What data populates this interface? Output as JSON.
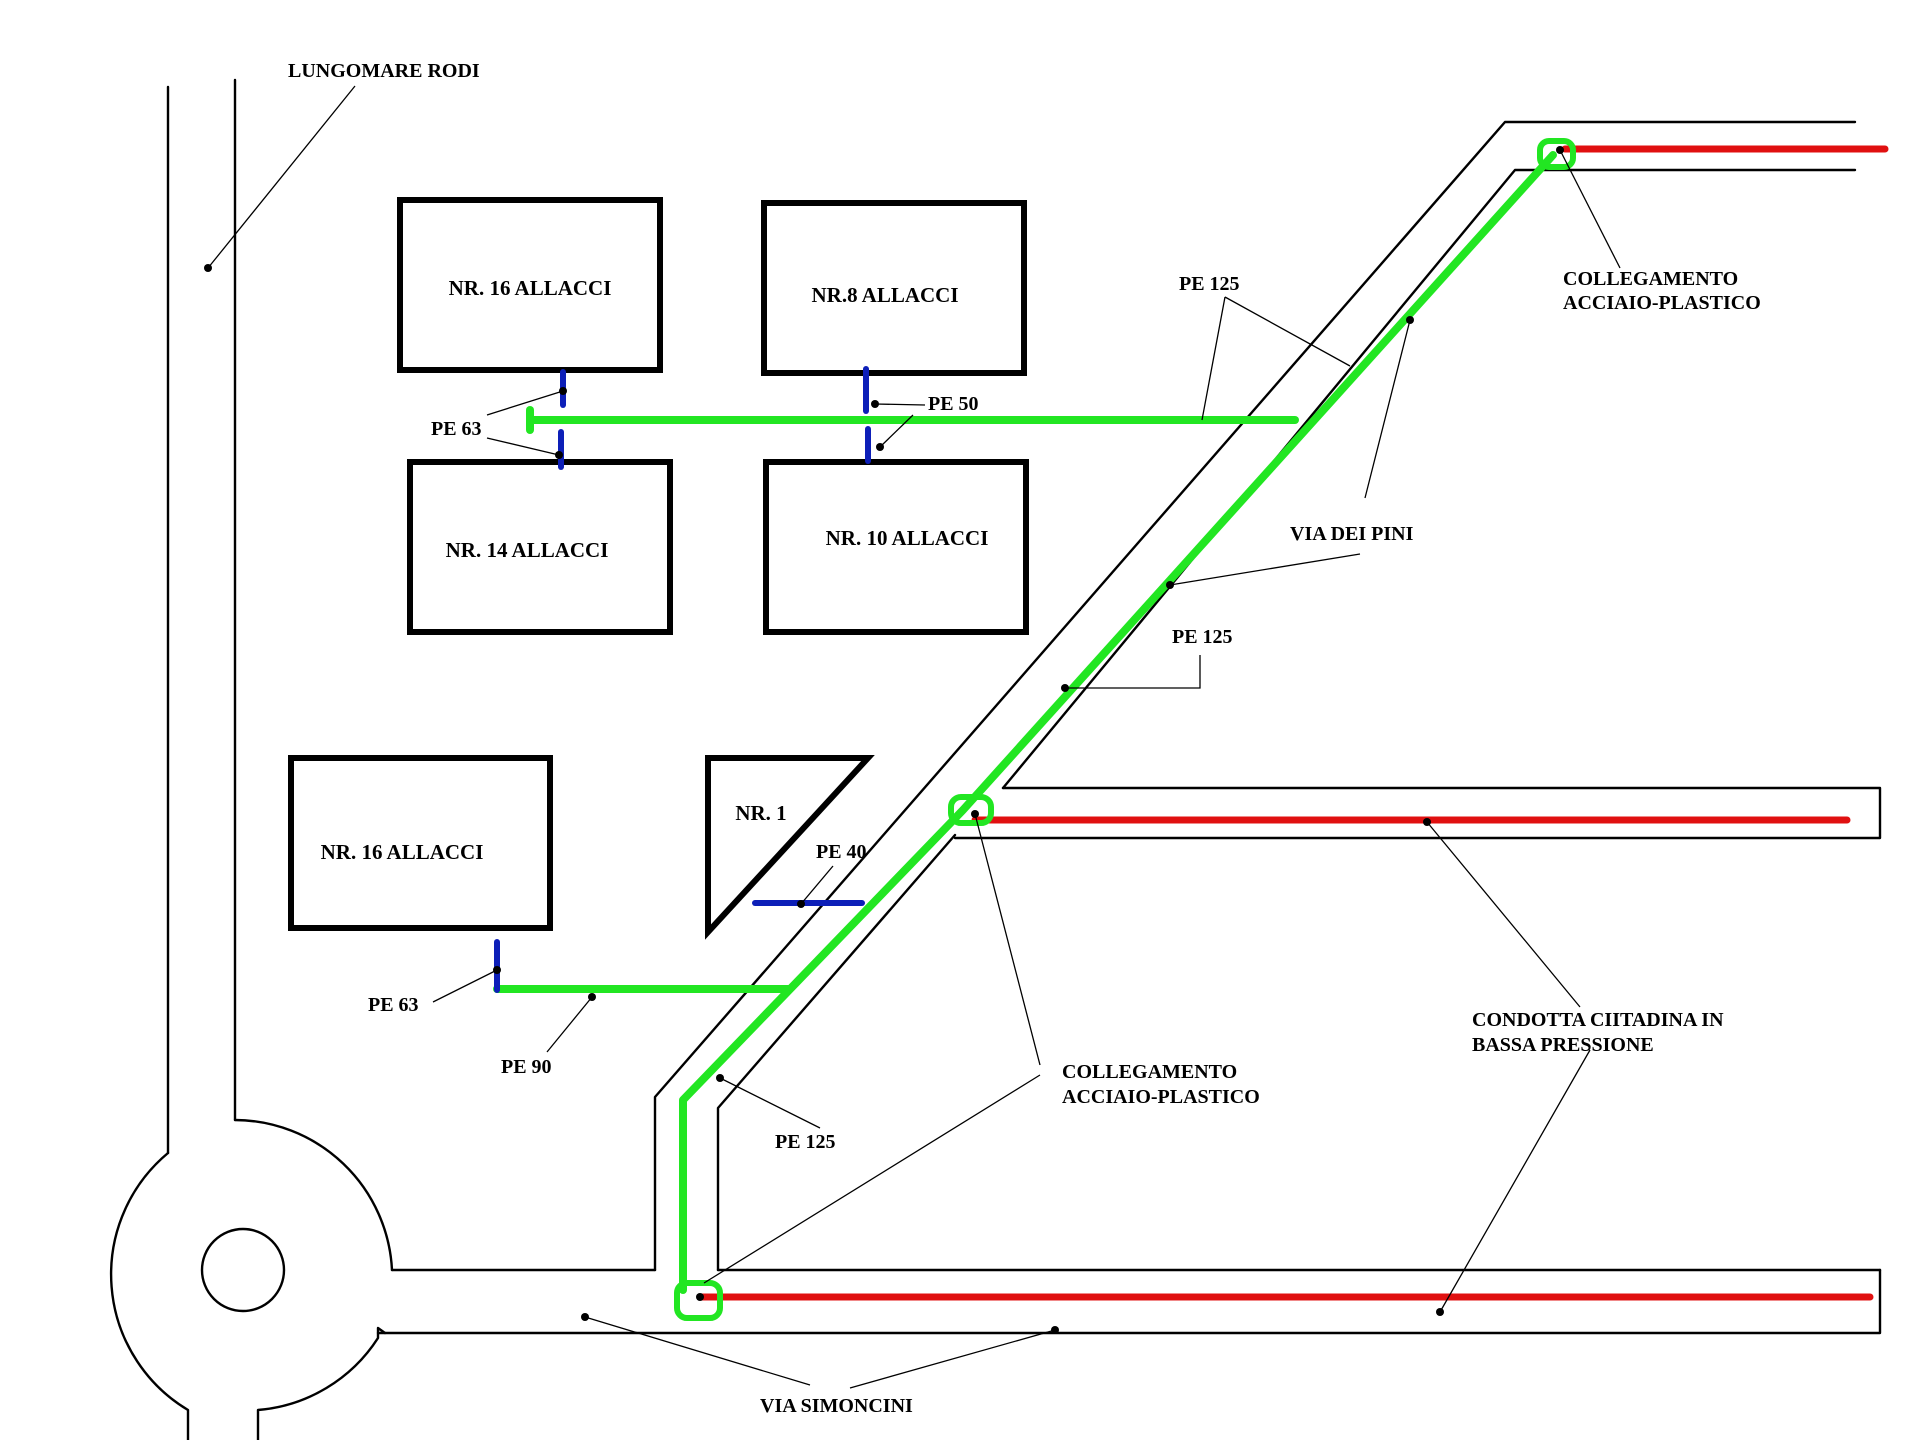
{
  "colors": {
    "pipe_pe": "#22e622",
    "pipe_steel_lowpressure": "#e01010",
    "pipe_service": "#0d1fb8",
    "outline": "#000000",
    "background": "#ffffff"
  },
  "streets": {
    "lungomare": "LUNGOMARE RODI",
    "via_pini": "VIA DEI  PINI",
    "via_simoncini": "VIA  SIMONCINI"
  },
  "buildings": {
    "b16_top": "NR. 16 ALLACCI",
    "b8": "NR.8 ALLACCI",
    "b14": "NR. 14 ALLACCI",
    "b10": "NR. 10 ALLACCI",
    "b16_bottom": "NR. 16 ALLACCI",
    "b1": "NR. 1"
  },
  "pipe_labels": {
    "pe125_top": "PE 125",
    "pe125_mid": "PE 125",
    "pe125_low": "PE 125",
    "pe63_top": "PE 63",
    "pe50": "PE 50",
    "pe40": "PE 40",
    "pe63_low": "PE 63",
    "pe90": "PE 90"
  },
  "connections": {
    "top_line1": "COLLEGAMENTO",
    "top_line2": "ACCIAIO-PLASTICO",
    "mid_line1": "COLLEGAMENTO",
    "mid_line2": "ACCIAIO-PLASTICO"
  },
  "main_line": {
    "line1": "CONDOTTA CIITADINA IN",
    "line2": "BASSA PRESSIONE"
  }
}
